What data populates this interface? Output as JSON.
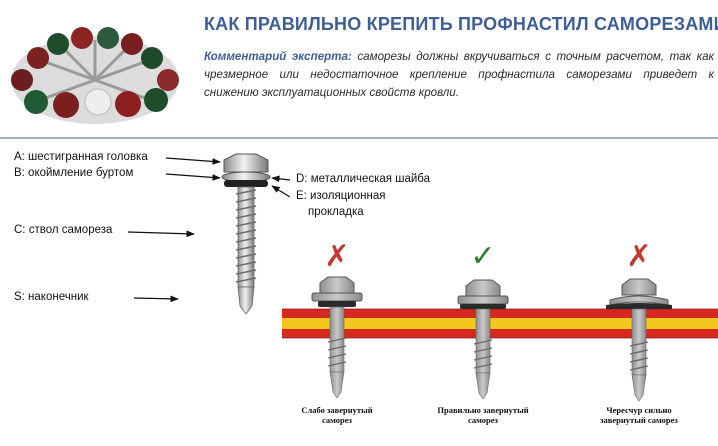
{
  "header": {
    "title": "КАК ПРАВИЛЬНО КРЕПИТЬ ПРОФНАСТИЛ САМОРЕЗАМИ",
    "comment_lead": "Комментарий эксперта:",
    "comment_text": " саморезы должны вкручиваться с точным расчетом, так как чрезмерное или недостаточное крепление профнастила саморезами приведет к снижению эксплуатационных свойств кровли."
  },
  "screw_parts": {
    "a": "A: шестигранная головка",
    "b": "B: окоймление буртом",
    "c": "C: ствол самореза",
    "s": "S: наконечник",
    "d": "D: металлическая шайба",
    "e_line1": "E: изоляционная",
    "e_line2": "прокладка"
  },
  "installations": [
    {
      "line1": "Слабо завернутый",
      "line2": "саморез",
      "status": "wrong",
      "mark": "✗"
    },
    {
      "line1": "Правильно завернутый",
      "line2": "саморез",
      "status": "correct",
      "mark": "✓"
    },
    {
      "line1": "Чересчур сильно",
      "line2": "завернутый саморез",
      "status": "wrong",
      "mark": "✗"
    }
  ],
  "colors": {
    "title": "#3d5f95",
    "wrong_mark": "#c0392b",
    "correct_mark": "#2e7d32",
    "sheet_red": "#d7281f",
    "sheet_yellow": "#f2c81c",
    "washer_rubber": "#222222"
  },
  "icons": [
    "screw-set-photo",
    "screw-diagram-icon",
    "cross-icon",
    "check-icon"
  ]
}
